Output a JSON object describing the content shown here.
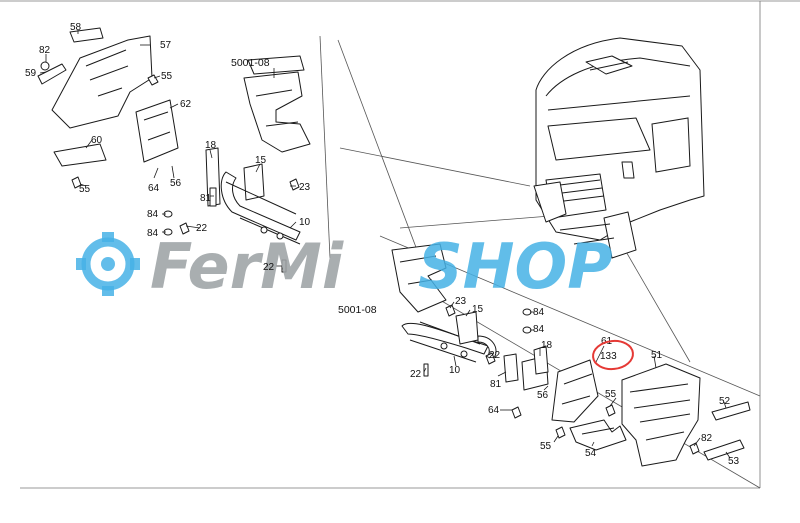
{
  "watermark": {
    "part1": "FerMi",
    "part2": "SHOP",
    "gray": "#9ea3a6",
    "blue": "#46b2e6"
  },
  "references": {
    "top": "5001-08",
    "bottom": "5001-08"
  },
  "highlight": {
    "color": "#e53935"
  },
  "labels": {
    "p58": "58",
    "p82a": "82",
    "p57": "57",
    "p59": "59",
    "p55a": "55",
    "p62": "62",
    "p60": "60",
    "p55b": "55",
    "p64a": "64",
    "p56a": "56",
    "p18a": "18",
    "p15a": "15",
    "p23a": "23",
    "p81a": "81",
    "p84a": "84",
    "p84b": "84",
    "p22a": "22",
    "p10a": "10",
    "p22b": "22",
    "p23b": "23",
    "p15b": "15",
    "p84c": "84",
    "p84d": "84",
    "p22c": "22",
    "p22d": "22",
    "p10b": "10",
    "p81b": "81",
    "p18b": "18",
    "p56b": "56",
    "p64b": "64",
    "p55c": "55",
    "p61": "61",
    "p133": "133",
    "p51": "51",
    "p55d": "55",
    "p52": "52",
    "p82b": "82",
    "p54": "54",
    "p53": "53"
  }
}
